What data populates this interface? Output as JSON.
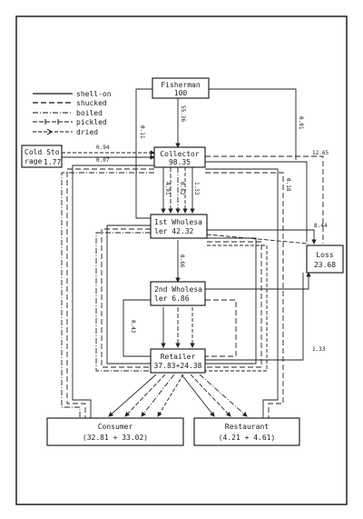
{
  "nodes": {
    "fisherman": {
      "name": "Fisherman",
      "value": "100"
    },
    "collector": {
      "name": "Collector",
      "value": "98.35"
    },
    "cold_storage": {
      "line1": "Cold Sto",
      "line2": "rage",
      "value": "1.77"
    },
    "wholesaler1": {
      "line1": "1st Wholesa",
      "line2": "ler 42.32"
    },
    "wholesaler2": {
      "line1": "2nd Wholesa",
      "line2": "ler 6.86"
    },
    "loss": {
      "name": "Loss",
      "value": "23.68"
    },
    "retailer": {
      "name": "Retailer",
      "value": "37.83+24.38"
    },
    "consumer": {
      "name": "Consumer",
      "value": "(32.81 + 33.02)"
    },
    "restaurant": {
      "name": "Restaurant",
      "value": "(4.21 + 4.61)"
    }
  },
  "legend": [
    {
      "label": "shell-on",
      "style": "solid"
    },
    {
      "label": "shucked",
      "style": "dashed"
    },
    {
      "label": "boiled",
      "style": "dash-dot"
    },
    {
      "label": "pickled",
      "style": "cross"
    },
    {
      "label": "dried",
      "style": "arrow"
    }
  ],
  "flow_labels": {
    "f_l": "0.11",
    "f_c": "55.36",
    "f_r": "0.01",
    "cs1": "0.94",
    "cs2": "0.07",
    "loss_top": "12.65",
    "c_w1": "4.91",
    "c_w2": "0.62",
    "c_w3": "1.33",
    "c_w4": "0.18",
    "w1_loss": "8.44",
    "w1_w2": "0.66",
    "w2_r": "0.43",
    "loss_side": "1.33"
  },
  "colors": {
    "ink": "#111111",
    "paper": "#ffffff"
  }
}
